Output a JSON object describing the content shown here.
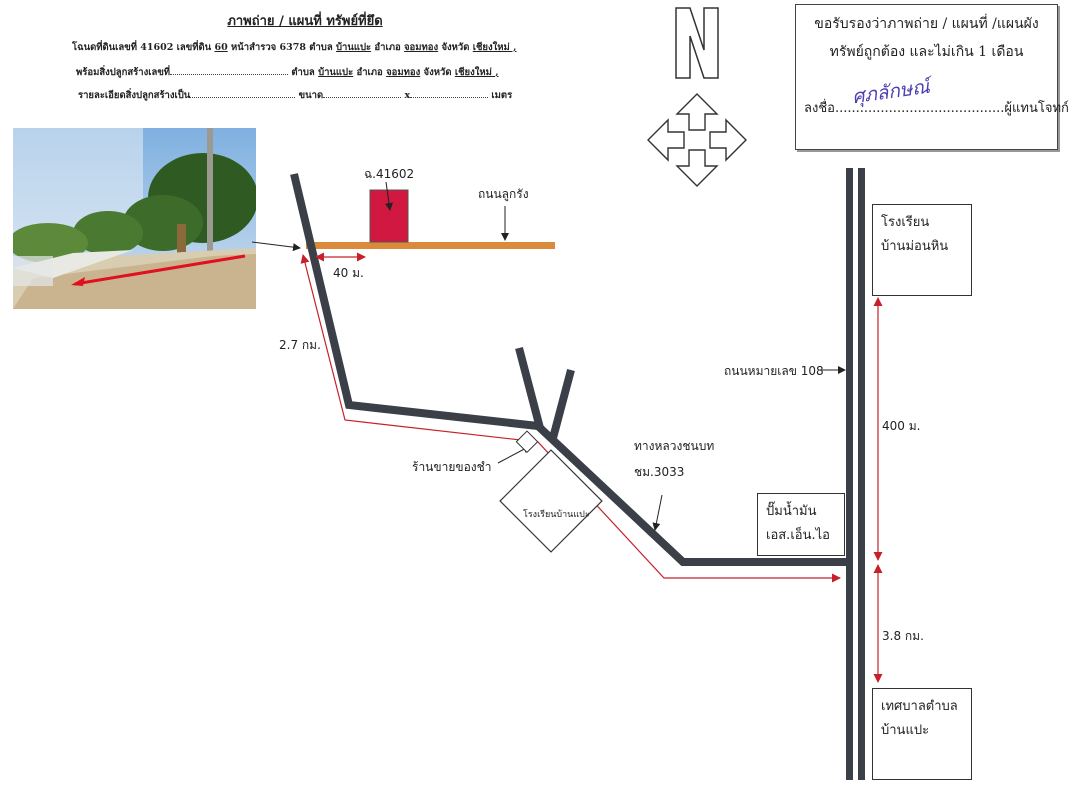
{
  "header": {
    "title": "ภาพถ่าย / แผนที่ ทรัพย์ที่ยึด",
    "line1": {
      "a": "โฉนดที่ดินเลขที่ 41602 เลขที่ดิน",
      "b": "60",
      "c": "หน้าสำรวจ 6378 ตำบล",
      "d": "บ้านแปะ",
      "e": "อำเภอ",
      "f": "จอมทอง",
      "g": "จังหวัด",
      "h": "เชียงใหม่ ,"
    },
    "line2": {
      "a": "พร้อมสิ่งปลูกสร้างเลขที่",
      "c": "ตำบล",
      "d": "บ้านแปะ",
      "e": "อำเภอ",
      "f": "จอมทอง",
      "g": "จังหวัด",
      "h": "เชียงใหม่ ,"
    },
    "line3": {
      "a": "รายละเอียดสิ่งปลูกสร้างเป็น",
      "b": "ขนาด",
      "c": "x",
      "d": "เมตร"
    }
  },
  "certificate": {
    "line1": "ขอรับรองว่าภาพถ่าย / แผนที่ /แผนผัง",
    "line2": "ทรัพย์ถูกต้อง และไม่เกิน 1 เดือน",
    "sign_prefix": "ลงชื่อ",
    "signature": "ศุภลักษณ์",
    "sign_suffix": "ผู้แทนโจทก์"
  },
  "compass": {
    "north_letter": "N"
  },
  "map": {
    "parcel_label": "ฉ.41602",
    "road_uak_krang": "ถนนลูกรัง",
    "dist_40m": "40 ม.",
    "dist_2_7km": "2.7 กม.",
    "shop": "ร้านขายของชำ",
    "school_banpae": "โรงเรียนบ้านแปะ",
    "rural_road_line1": "ทางหลวงชนบท",
    "rural_road_line2": "ชม.3033",
    "highway_108": "ถนนหมายเลข 108",
    "school_monhin_line1": "โรงเรียน",
    "school_monhin_line2": "บ้านม่อนหิน",
    "dist_400m": "400 ม.",
    "gas_line1": "ปั๊มน้ำมัน",
    "gas_line2": "เอส.เอ็น.ไอ",
    "dist_3_8km": "3.8 กม.",
    "municipality_line1": "เทศบาลตำบล",
    "municipality_line2": "บ้านแปะ"
  },
  "colors": {
    "road": "#3b3f48",
    "dirt_road": "#d98a3a",
    "route_arrow": "#c8202a",
    "parcel": "#d01840"
  }
}
